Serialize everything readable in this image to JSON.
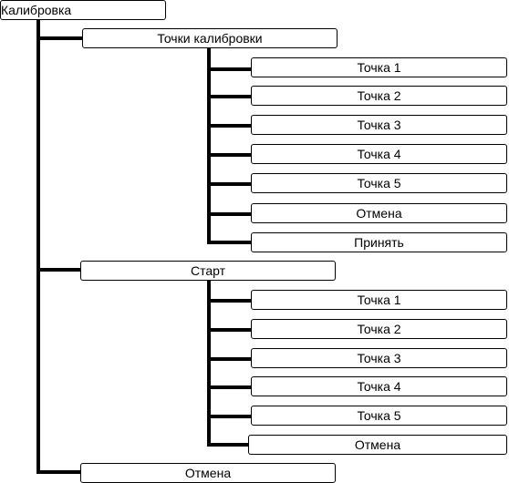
{
  "root": {
    "label": "Калибровка",
    "children": [
      {
        "label": "Точки калибровки",
        "items": [
          "Точка 1",
          "Точка 2",
          "Точка 3",
          "Точка 4",
          "Точка 5",
          "Отмена",
          "Принять"
        ]
      },
      {
        "label": "Старт",
        "items": [
          "Точка 1",
          "Точка 2",
          "Точка 3",
          "Точка 4",
          "Точка 5",
          "Отмена"
        ]
      },
      {
        "label": "Отмена",
        "items": []
      }
    ]
  }
}
